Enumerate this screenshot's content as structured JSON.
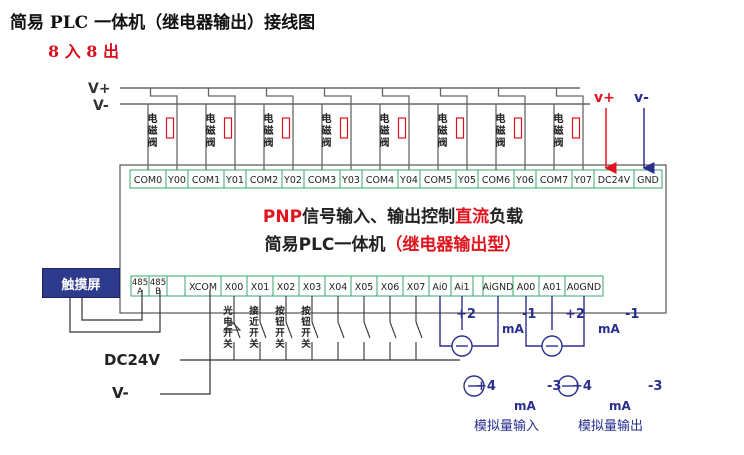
{
  "title": "简易 PLC 一体机（继电器输出）接线图",
  "subtitle": "8 入 8 出",
  "panel": {
    "line1_pnp": "PNP",
    "line1_a": "信号输入、输出控制",
    "line1_b": "直流",
    "line1_c": "负载",
    "line2_a": "简易PLC一体机",
    "line2_b": "（继电器输出型）"
  },
  "supply": {
    "v_plus_left": "V+",
    "v_minus_left": "V-",
    "v_plus_right": "v+",
    "v_minus_right": "v-",
    "dc24v": "DC24V",
    "v_minus_bottom": "V-"
  },
  "top_terminals": [
    "COM0",
    "Y00",
    "COM1",
    "Y01",
    "COM2",
    "Y02",
    "COM3",
    "Y03",
    "COM4",
    "Y04",
    "COM5",
    "Y05",
    "COM6",
    "Y06",
    "COM7",
    "Y07",
    "DC24V",
    "GND"
  ],
  "bottom_terminals": [
    "485 A",
    "485 B",
    "",
    "XCOM",
    "X00",
    "X01",
    "X02",
    "X03",
    "X04",
    "X05",
    "X06",
    "X07",
    "Ai0",
    "Ai1",
    "",
    "AiGND",
    "A00",
    "A01",
    "A0GND"
  ],
  "valve_label": "电磁阀",
  "input_devices": [
    "光电开关",
    "接近开关",
    "按钮开关",
    "按钮开关"
  ],
  "touch_screen": "触摸屏",
  "analog": {
    "in_plus": "+2",
    "in_minus": "-1",
    "out_plus": "+2",
    "out_minus": "-1",
    "plus4_in": "+4",
    "minus3_in": "-3",
    "plus4_out": "+4",
    "minus3_out": "-3",
    "ma": "mA",
    "in_caption": "模拟量输入",
    "out_caption": "模拟量输出"
  },
  "colors": {
    "red": "#e0141e",
    "blue": "#2a2f8f",
    "terminal_border": "#3aa76d"
  }
}
